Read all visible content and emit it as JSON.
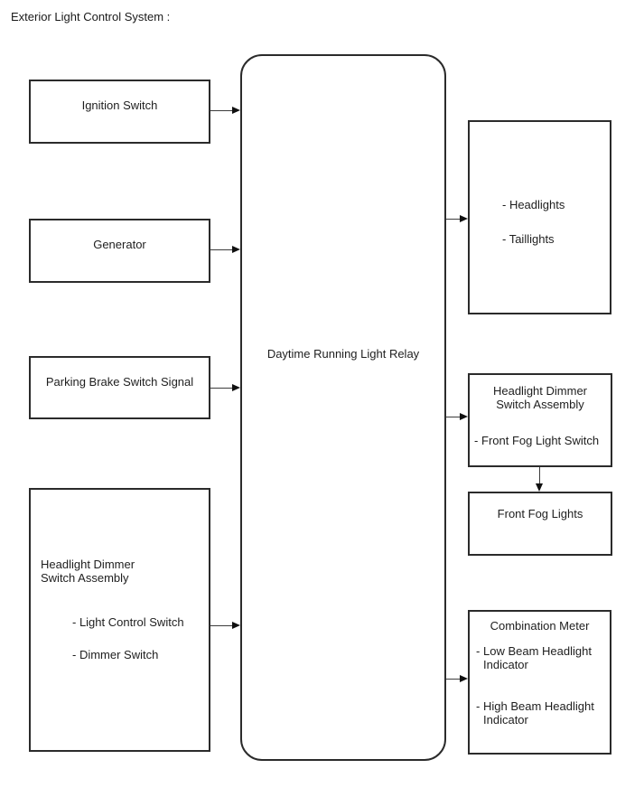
{
  "title": "Exterior Light Control System :",
  "relay": {
    "label": "Daytime Running Light Relay"
  },
  "inputs": {
    "ignition": {
      "label": "Ignition Switch"
    },
    "generator": {
      "label": "Generator"
    },
    "parking_brake": {
      "label": "Parking Brake Switch Signal"
    },
    "dimmer_assembly": {
      "title_line1": "Headlight Dimmer",
      "title_line2": "Switch Assembly",
      "item1": "- Light Control Switch",
      "item2": "- Dimmer Switch"
    }
  },
  "outputs": {
    "exterior_lights": {
      "item1": "- Headlights",
      "item2": "- Taillights"
    },
    "dimmer_assembly": {
      "title_line1": "Headlight Dimmer",
      "title_line2": "Switch Assembly",
      "item_marker": "-",
      "item_text": "Front Fog Light Switch"
    },
    "front_fog_lights": {
      "label": "Front Fog Lights"
    },
    "combination_meter": {
      "title": "Combination Meter",
      "item1_marker": "-",
      "item1_text": "Low Beam Headlight Indicator",
      "item2_marker": "-",
      "item2_text": "High Beam Headlight Indicator"
    }
  }
}
